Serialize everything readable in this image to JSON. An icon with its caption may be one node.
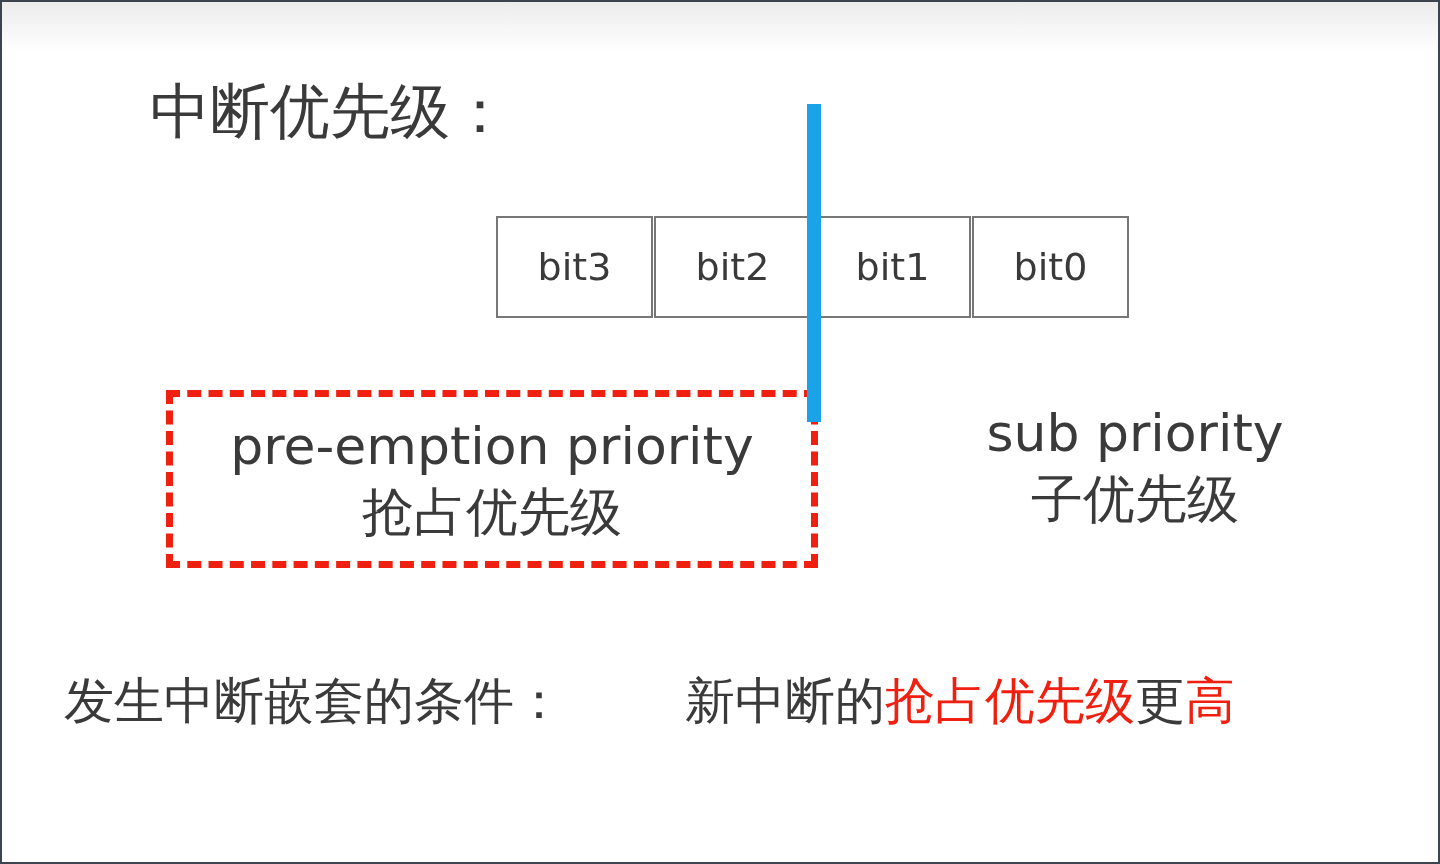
{
  "diagram": {
    "title": "中断优先级：",
    "nodes": [
      {
        "text": [],
        "shape": "bar"
      },
      {
        "text": [
          "pre-emption priority",
          "抢占优先级"
        ]
      }
    ],
    "labels": [
      "bit3",
      "bit2",
      "bit1",
      "bit0",
      "sub priority",
      "子优先级",
      "发生中断嵌套的条件：",
      "新中断的**抢占优先级**更**高**"
    ]
  }
}
